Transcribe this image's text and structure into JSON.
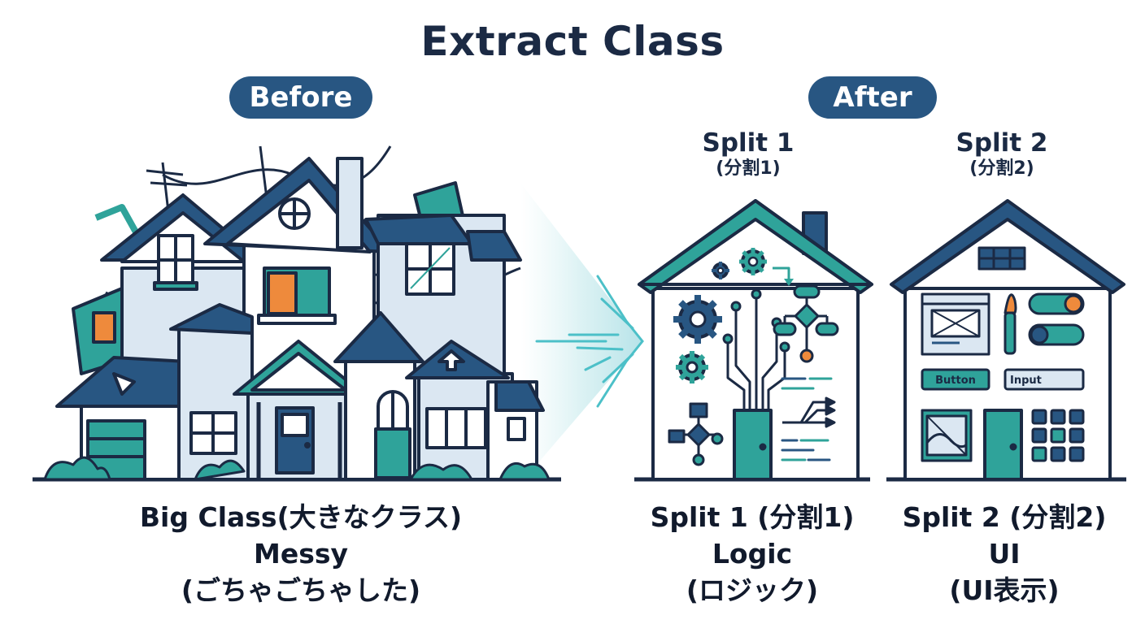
{
  "title": "Extract Class",
  "before": {
    "label": "Before",
    "caption": {
      "line1": "Big Class(大きなクラス)",
      "line2": "Messy",
      "line3": "(ごちゃごちゃした)"
    }
  },
  "after": {
    "label": "After",
    "split1": {
      "heading": "Split 1",
      "heading_sub": "(分割1)",
      "caption": {
        "line1": "Split 1 (分割1)",
        "line2": "Logic",
        "line3": "(ロジック)"
      }
    },
    "split2": {
      "heading": "Split 2",
      "heading_sub": "(分割2)",
      "caption": {
        "line1": "Split 2 (分割2)",
        "line2": "UI",
        "line3": "(UI表示)"
      },
      "button_label": "Button",
      "input_label": "Input"
    }
  },
  "colors": {
    "navy": "#1b2a44",
    "blue": "#285682",
    "teal": "#2fa39a",
    "light_blue": "#dbe7f2",
    "orange": "#ee8a3c"
  },
  "icons": [
    "gear-icon",
    "flowchart-icon",
    "circuit-icon",
    "window-icon",
    "brush-icon",
    "toggle-icon",
    "grid-icon",
    "door-icon",
    "arrow-icon"
  ]
}
